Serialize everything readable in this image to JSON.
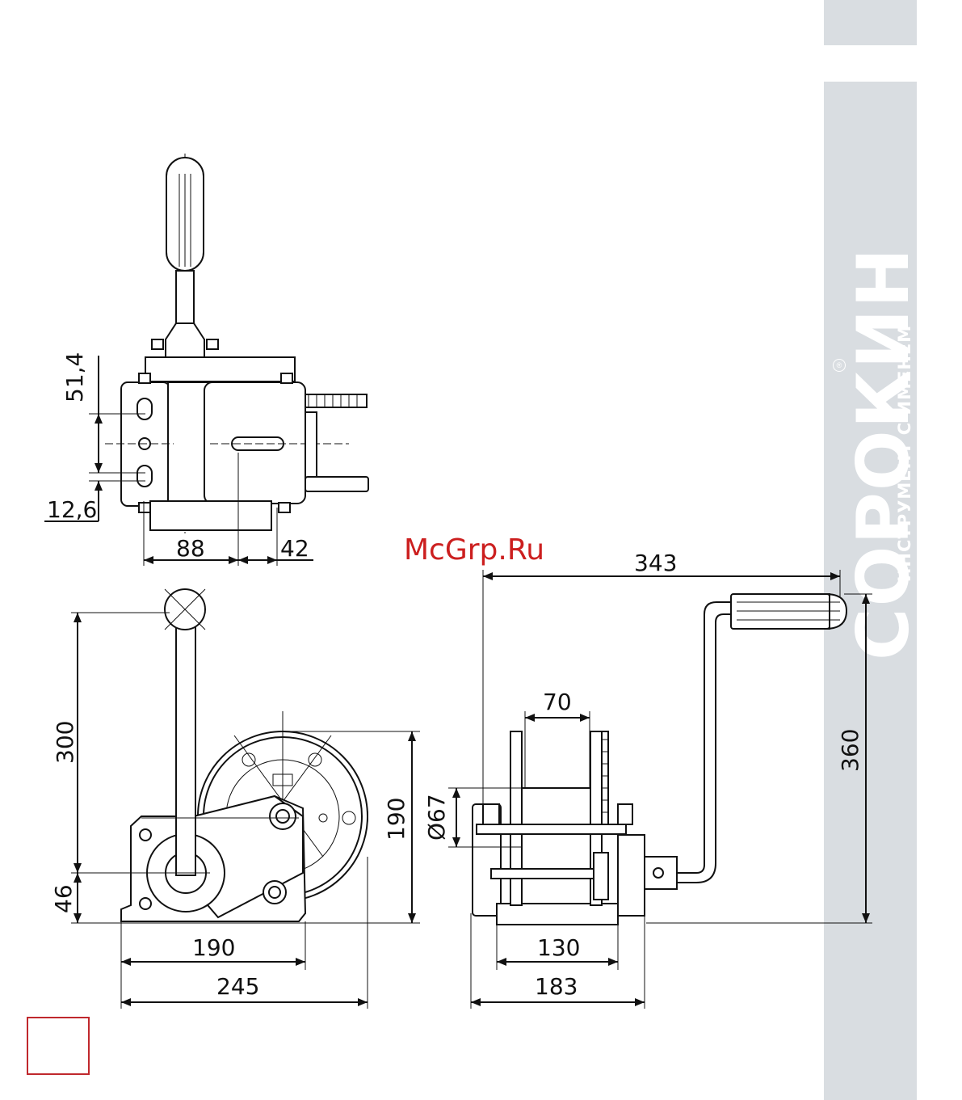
{
  "brand": {
    "name": "СОРОКИН",
    "tagline": "ИНСТРУМЕНТ С ИМЕНЕМ",
    "registered_mark": "®",
    "accent_color": "#d9dde1"
  },
  "watermark": "McGrp.Ru",
  "dimensions": {
    "top_view": {
      "hole_spacing": "51,4",
      "slot_width": "12,6",
      "base_width": "88",
      "slot_offset": "42"
    },
    "side_view": {
      "handle_height": "300",
      "base_height": "46",
      "drum_height": "190",
      "base_length": "190",
      "overall_length": "245"
    },
    "front_view": {
      "crank_reach": "343",
      "drum_width": "70",
      "drum_diameter": "Ø67",
      "overall_height": "360",
      "base_width": "130",
      "overall_width": "183"
    }
  },
  "page_box_color": "#c0282d"
}
